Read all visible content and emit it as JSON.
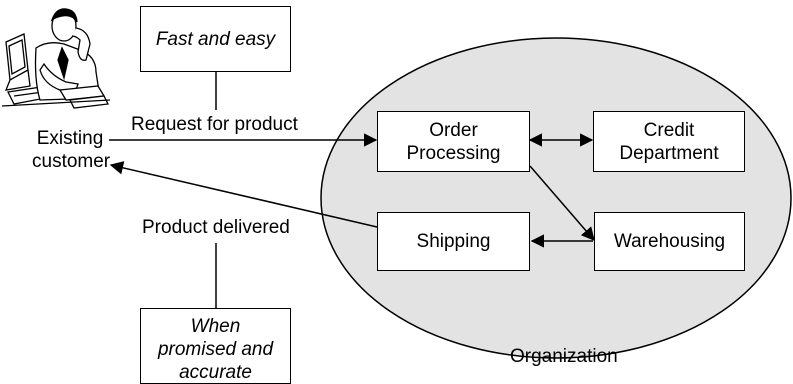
{
  "customer": {
    "label_line1": "Existing",
    "label_line2": "customer",
    "icon": "person-on-phone-at-computer-icon"
  },
  "notes": {
    "request_note": "Fast and easy",
    "delivery_note_line1": "When",
    "delivery_note_line2": "promised and",
    "delivery_note_line3": "accurate"
  },
  "flows": {
    "request": "Request for product",
    "delivered": "Product delivered"
  },
  "organization": {
    "label": "Organization",
    "fill_color": "#e3e3e3",
    "departments": {
      "order_processing_line1": "Order",
      "order_processing_line2": "Processing",
      "credit_line1": "Credit",
      "credit_line2": "Department",
      "shipping": "Shipping",
      "warehousing": "Warehousing"
    }
  }
}
